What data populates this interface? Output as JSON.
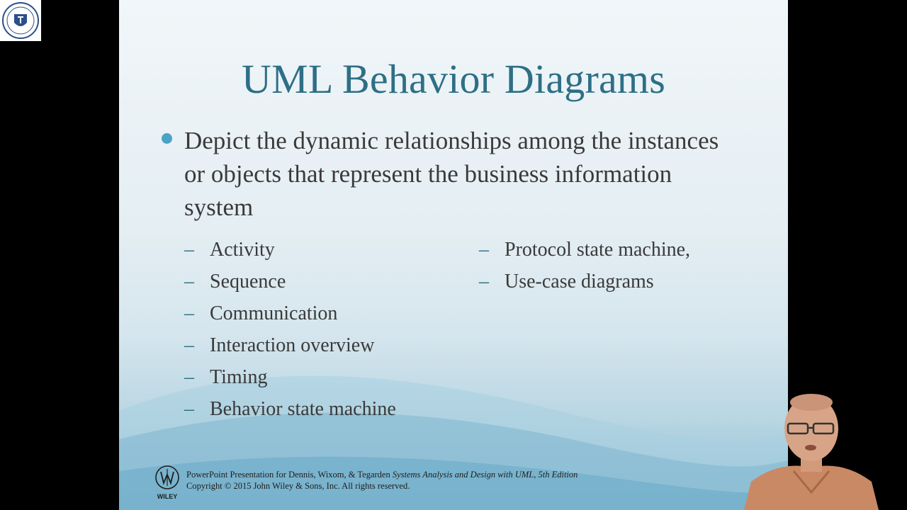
{
  "slide": {
    "title": "UML Behavior Diagrams",
    "bullet": "Depict the dynamic relationships among the instances or objects that represent the business information system",
    "sub_bullets_left": [
      "Activity",
      "Sequence",
      "Communication",
      "Interaction overview",
      "Timing",
      "Behavior state machine"
    ],
    "sub_bullets_right": [
      "Protocol state machine,",
      "Use-case diagrams"
    ],
    "dash_glyph": "–",
    "footer_line1_plain": "PowerPoint Presentation for Dennis, Wixom, & Tegarden ",
    "footer_line1_italic": "Systems Analysis and Design with UML, 5th Edition",
    "footer_line2": "Copyright © 2015 John Wiley & Sons, Inc.  All rights reserved.",
    "publisher_logo_text": "WILEY"
  },
  "colors": {
    "title": "#2d6f86",
    "bullet_dot": "#4aa3c5",
    "body_text": "#3a3a3a",
    "background": "#000000"
  },
  "icons": {
    "corner_logo": "university-seal-icon",
    "footer_logo": "wiley-logo-icon",
    "presenter": "presenter-video-icon"
  }
}
